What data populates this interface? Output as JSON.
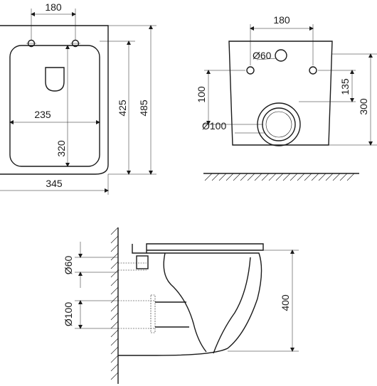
{
  "top_view": {
    "dim_top": "180",
    "dim_inner_width": "235",
    "dim_inner_height": "320",
    "dim_mid_height": "425",
    "dim_total_height": "485",
    "dim_total_width": "345"
  },
  "rear_view": {
    "dim_top": "180",
    "dim_pipe_small": "Ø60",
    "dim_left_height": "100",
    "dim_right_height": "135",
    "dim_total_height": "300",
    "dim_pipe_large": "Ø100"
  },
  "side_view": {
    "dim_pipe_small": "Ø60",
    "dim_pipe_large": "Ø100",
    "dim_height": "400"
  }
}
